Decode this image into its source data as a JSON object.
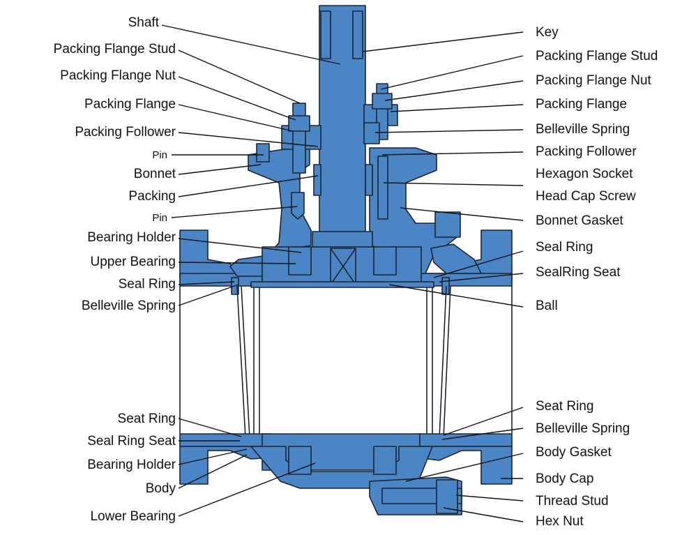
{
  "colors": {
    "part_fill": "#4a86c6",
    "part_stroke": "#1c2430",
    "leader": "#111111",
    "background": "#ffffff"
  },
  "labels_left": [
    "Shaft",
    "Packing Flange Stud",
    "Packing Flange Nut",
    "Packing Flange",
    "Packing Follower",
    "Pin",
    "Bonnet",
    "Packing",
    "Pin",
    "Bearing Holder",
    "Upper Bearing",
    "Seal Ring",
    "Belleville Spring",
    "Seat Ring",
    "Seal Ring Seat",
    "Bearing Holder",
    "Body",
    "Lower Bearing"
  ],
  "labels_right": [
    "Key",
    "Packing Flange Stud",
    "Packing Flange Nut",
    "Packing Flange",
    "Belleville Spring",
    "Packing Follower",
    "Hexagon Socket",
    "Head Cap Screw",
    "Bonnet Gasket",
    "Seal Ring",
    "SealRing Seat",
    "Ball",
    "Seat Ring",
    "Belleville Spring",
    "Body Gasket",
    "Body Cap",
    "Thread Stud",
    "Hex Nut"
  ]
}
